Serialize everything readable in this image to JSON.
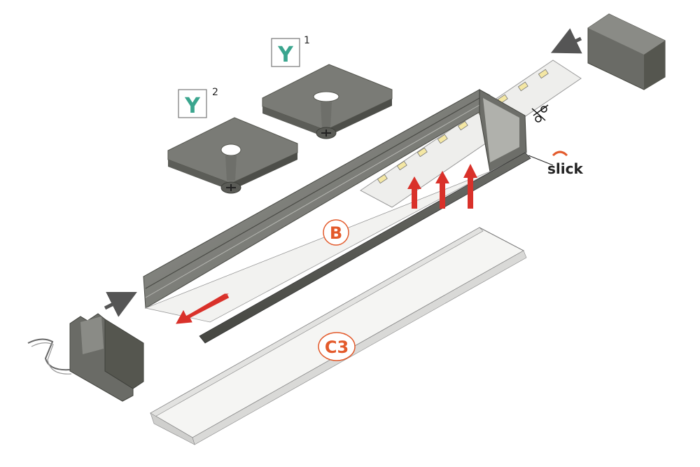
{
  "labels": {
    "clip1": "Y",
    "clip1_sup": "1",
    "clip2": "Y",
    "clip2_sup": "2",
    "profile": "B",
    "cover": "C3",
    "tape": "slick"
  },
  "colors": {
    "teal": "#3aa58e",
    "orange": "#e35a2b",
    "red_arrow": "#d9312a",
    "metal": "#7d7e7a",
    "metal_dark": "#54554f",
    "metal_light": "#a8a9a4",
    "grey_arrow": "#555555"
  }
}
